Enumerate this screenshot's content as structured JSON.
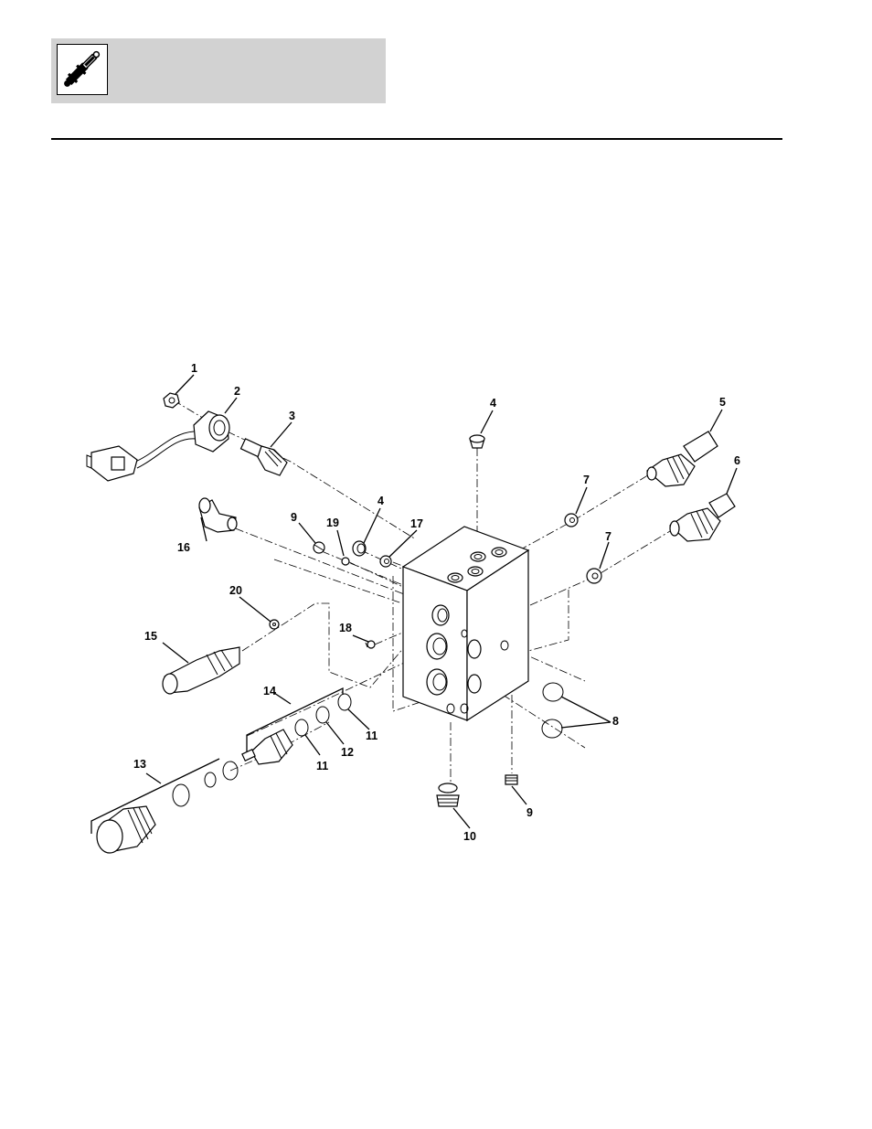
{
  "header": {
    "icon": "hydraulic-cylinder-icon"
  },
  "callouts": {
    "c1": "1",
    "c2": "2",
    "c3": "3",
    "c4a": "4",
    "c4b": "4",
    "c5": "5",
    "c6": "6",
    "c7a": "7",
    "c7b": "7",
    "c8": "8",
    "c9a": "9",
    "c9b": "9",
    "c10": "10",
    "c11a": "11",
    "c11b": "11",
    "c12": "12",
    "c13": "13",
    "c14": "14",
    "c15": "15",
    "c16": "16",
    "c17": "17",
    "c18": "18",
    "c19": "19",
    "c20": "20"
  }
}
